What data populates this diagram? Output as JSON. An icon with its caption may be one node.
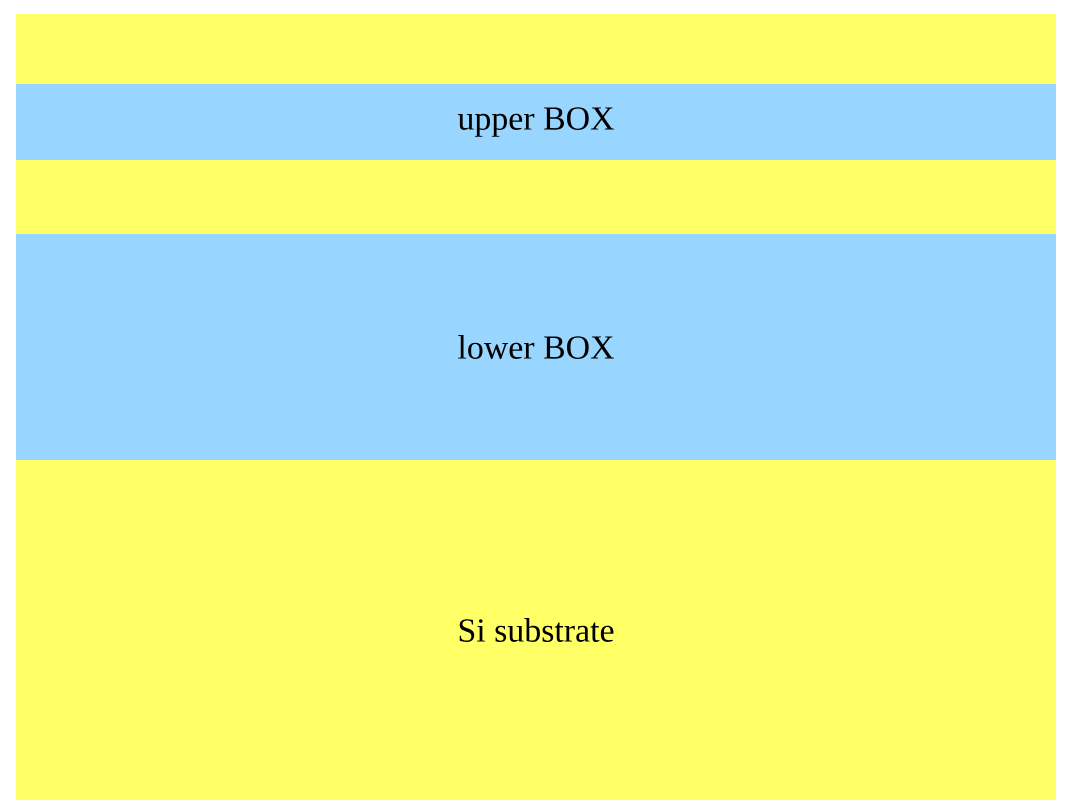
{
  "diagram": {
    "nodes": [
      {
        "text": [],
        "shape": "box"
      },
      {
        "text": [
          "upper BOX"
        ]
      },
      {
        "text": [],
        "shape": "box"
      },
      {
        "text": [
          "lower BOX"
        ]
      },
      {
        "text": [
          "Si substrate"
        ]
      }
    ]
  }
}
